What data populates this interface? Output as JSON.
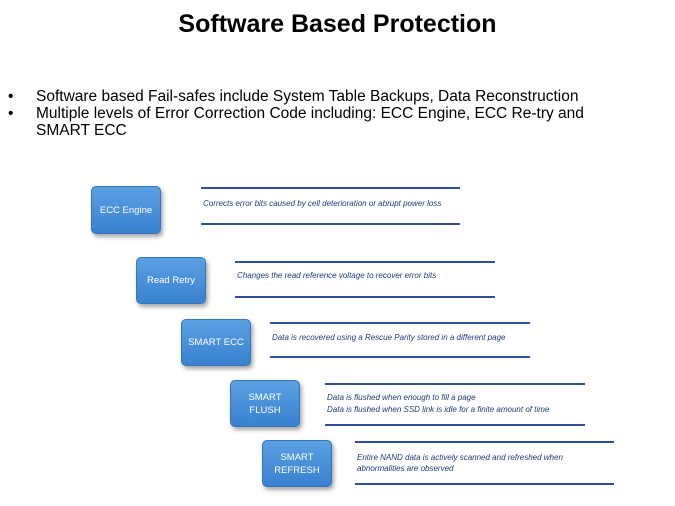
{
  "title": "Software Based Protection",
  "bullets": [
    {
      "marker": "•",
      "text": "Software based Fail-safes include System Table Backups, Data Reconstruction"
    },
    {
      "marker": "•",
      "text": "Multiple levels of Error Correction Code including: ECC Engine, ECC Re-try and SMART ECC"
    }
  ],
  "steps": [
    {
      "label": "ECC Engine",
      "desc_lines": [
        "Corrects error bits caused by cell deterioration or abrupt power loss"
      ]
    },
    {
      "label": "Read Retry",
      "desc_lines": [
        "Changes the read reference voltage to recover error bits"
      ]
    },
    {
      "label": "SMART ECC",
      "desc_lines": [
        "Data is recovered using a Rescue Parity stored in a different page"
      ]
    },
    {
      "label": "SMART\nFLUSH",
      "desc_lines": [
        "Data is flushed when enough to fill a page",
        "Data is flushed when SSD link is idle for a finite amount of time"
      ]
    },
    {
      "label": "SMART\nREFRESH",
      "desc_lines": [
        "Entire NAND data is actively scanned and refreshed when",
        "abnormalities are observed"
      ]
    }
  ],
  "colors": {
    "box_fill": "#4a90dc",
    "rule": "#2f4f9f",
    "desc_text": "#1f3a7a"
  }
}
